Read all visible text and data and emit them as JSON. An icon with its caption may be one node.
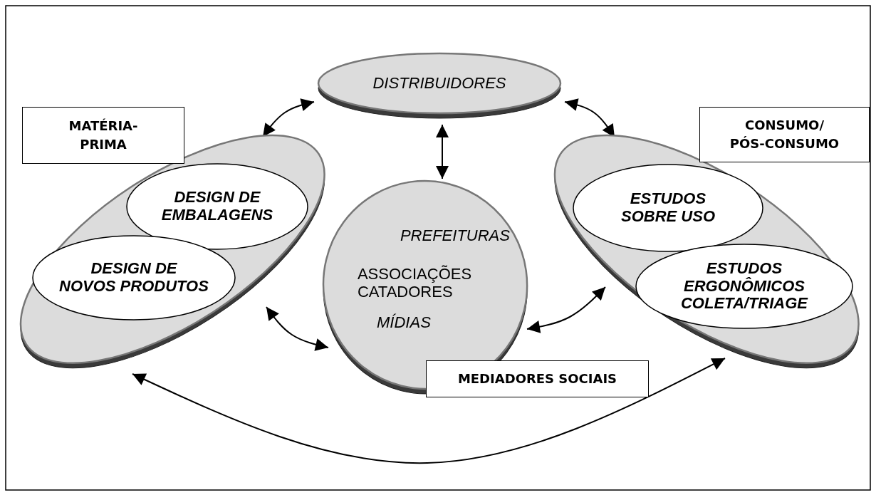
{
  "diagram": {
    "nodes": [
      {
        "text": [
          "DISTRIBUIDORES"
        ]
      },
      {
        "text": [
          "MATÉRIA-PRIMA"
        ]
      },
      {
        "text": [],
        "shape": "ellipse"
      },
      {
        "text": [
          "DESIGN DE EMBALAGENS"
        ],
        "in": 2
      },
      {
        "text": [
          "DESIGN DE NOVOS PRODUTOS"
        ],
        "in": 2
      },
      {
        "text": [
          "PREFEITURAS",
          "ASSOCIAÇÕES CATADORES",
          "MÍDIAS"
        ]
      },
      {
        "text": [
          "MEDIADORES SOCIAIS"
        ]
      },
      {
        "text": [
          "CONSUMO/ PÓS-CONSUMO"
        ]
      },
      {
        "text": [],
        "shape": "ellipse"
      },
      {
        "text": [
          "ESTUDOS SOBRE USO"
        ],
        "in": 8
      },
      {
        "text": [
          "ESTUDOS ERGONÔMICOS COLETA/TRIAGE"
        ],
        "in": 8
      }
    ],
    "edges": [
      {
        "from": 0,
        "to": 2,
        "arrow": "both"
      },
      {
        "from": 0,
        "to": 5,
        "arrow": "both"
      },
      {
        "from": 0,
        "to": 8,
        "arrow": "both"
      },
      {
        "from": 2,
        "to": 5,
        "arrow": "both"
      },
      {
        "from": 5,
        "to": 8,
        "arrow": "both"
      },
      {
        "from": 2,
        "to": 8,
        "arrow": "both"
      }
    ]
  }
}
